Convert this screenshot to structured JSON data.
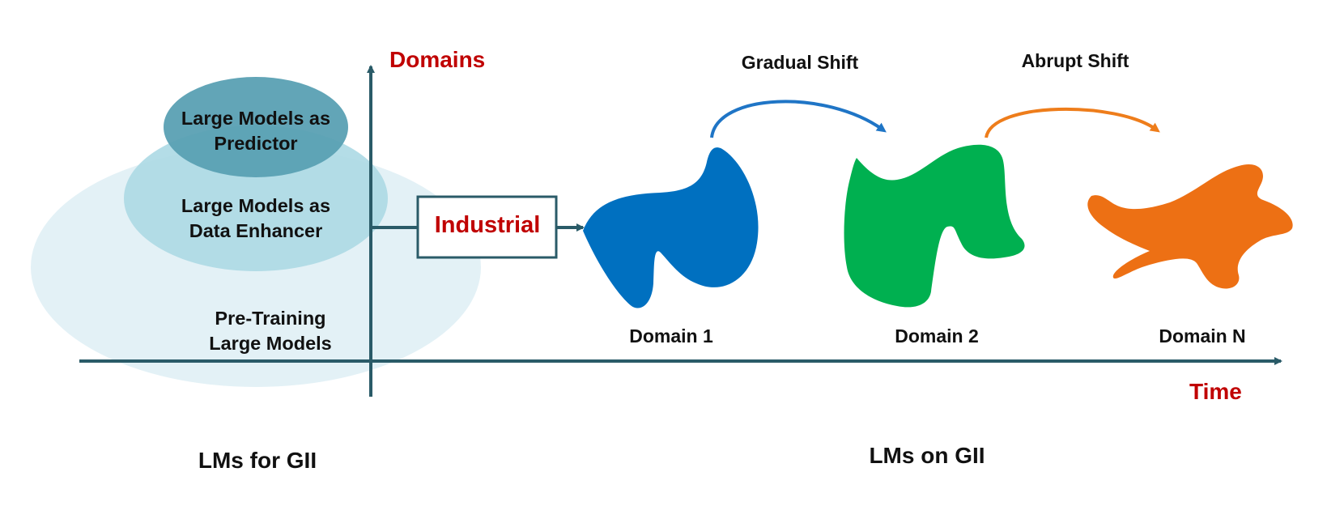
{
  "axis": {
    "y_label": "Domains",
    "x_label": "Time"
  },
  "left_stack": {
    "outer": {
      "line1": "Pre-Training",
      "line2": "Large Models"
    },
    "middle": {
      "line1": "Large Models as",
      "line2": "Data Enhancer"
    },
    "inner": {
      "line1": "Large Models as",
      "line2": "Predictor"
    }
  },
  "industrial_box": {
    "label": "Industrial"
  },
  "shifts": {
    "gradual": {
      "label": "Gradual Shift",
      "color": "#1f75c6"
    },
    "abrupt": {
      "label": "Abrupt Shift",
      "color": "#ee7d1b"
    }
  },
  "domains": [
    {
      "label": "Domain 1",
      "color": "#0070c0"
    },
    {
      "label": "Domain 2",
      "color": "#00b050"
    },
    {
      "label": "Domain N",
      "color": "#ed7014"
    }
  ],
  "section_titles": {
    "left": "LMs for GII",
    "right": "LMs on GII"
  },
  "colors": {
    "axis": "#2a5b68",
    "accent_red": "#c00000",
    "ellipse_outer": "#e3f1f6",
    "ellipse_middle": "#acd9e4",
    "ellipse_inner": "#5aa0b3"
  }
}
